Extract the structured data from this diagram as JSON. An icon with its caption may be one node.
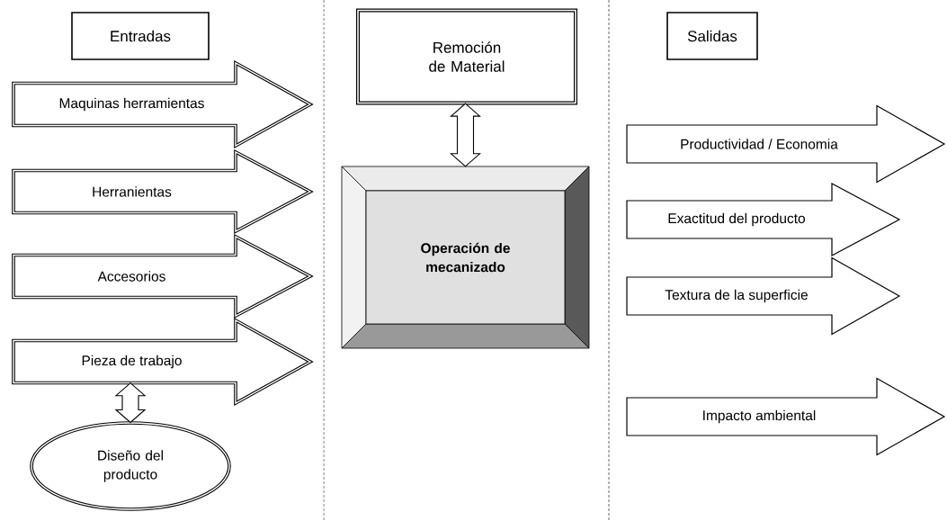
{
  "diagram": {
    "nodes": [
      {
        "text": [
          "Entradas"
        ]
      },
      {
        "text": [
          "Remoción de Material"
        ]
      },
      {
        "text": [
          "Salidas"
        ]
      },
      {
        "text": [
          "Maquinas herramientas"
        ]
      },
      {
        "text": [
          "Herranientas"
        ]
      },
      {
        "text": [
          "Accesorios"
        ]
      },
      {
        "text": [
          "Pieza de trabajo"
        ]
      },
      {
        "text": [
          "Diseño del producto"
        ]
      },
      {
        "text": [
          "Operación de mecanizado"
        ]
      },
      {
        "text": [
          "Productividad / Economia"
        ]
      },
      {
        "text": [
          "Exactitud del producto"
        ]
      },
      {
        "text": [
          "Textura de la superficie"
        ]
      },
      {
        "text": [
          "Impacto ambiental"
        ]
      }
    ],
    "edges": [
      {
        "from": 6,
        "to": 7,
        "arrow": "both"
      },
      {
        "from": 1,
        "to": 8,
        "arrow": "both"
      }
    ]
  }
}
